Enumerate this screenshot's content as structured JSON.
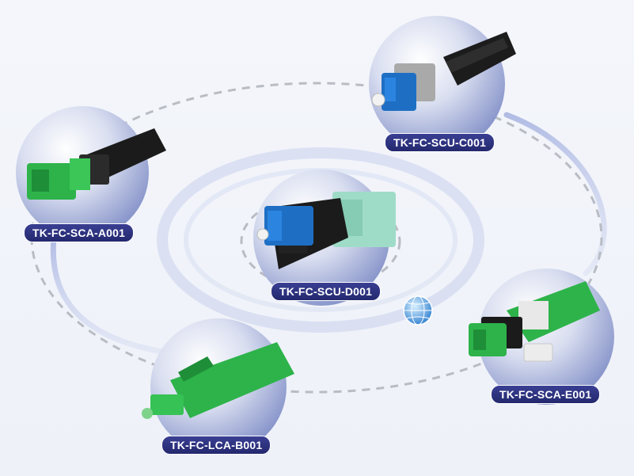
{
  "products": [
    {
      "id": "scu_c",
      "label": "TK-FC-SCU-C001"
    },
    {
      "id": "sca_a",
      "label": "TK-FC-SCA-A001"
    },
    {
      "id": "scu_d",
      "label": "TK-FC-SCU-D001"
    },
    {
      "id": "sca_e",
      "label": "TK-FC-SCA-E001"
    },
    {
      "id": "lca_b",
      "label": "TK-FC-LCA-B001"
    }
  ],
  "colors": {
    "label_bg": "#2b2f7a",
    "connector_blue": "#1e6fc4",
    "connector_green": "#2db34a",
    "connector_mint": "#9fdcc8",
    "connector_black": "#1b1b1b"
  },
  "icons": [
    "globe-icon"
  ]
}
